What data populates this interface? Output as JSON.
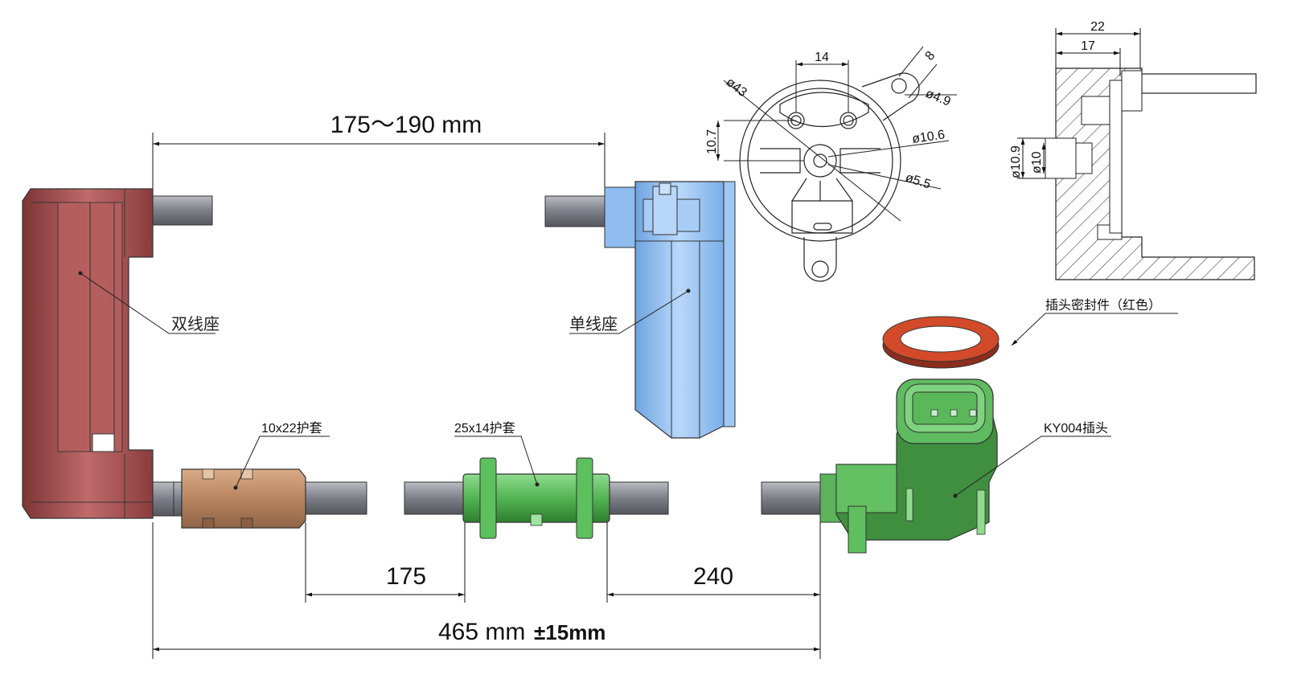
{
  "dimensions": {
    "top_span": "175～190  mm",
    "gap_175": "175",
    "gap_240": "240",
    "total": "465  mm",
    "total_tol": "±15mm"
  },
  "labels": {
    "double_seat": "双线座",
    "single_seat": "单线座",
    "sleeve_10x22": "10x22护套",
    "sleeve_25x14": "25x14护套",
    "plug": "KY004插头",
    "seal": "插头密封件（红色）"
  },
  "front_view_dims": {
    "d43": "ø43",
    "w14": "14",
    "w8": "8",
    "d49": "ø4.9",
    "h107": "10.7",
    "d106": "ø10.6",
    "d55": "ø5.5"
  },
  "side_view_dims": {
    "w22": "22",
    "w17": "17",
    "d109": "ø10.9",
    "d10": "ø10"
  },
  "colors": {
    "double_seat": "#a64b4b",
    "single_seat": "#8fbdf0",
    "sleeve_small": "#c08a68",
    "sleeve_large": "#4fb24f",
    "plug": "#4e9a4e",
    "seal": "#d24a2a",
    "cable": "#8a8c94"
  }
}
